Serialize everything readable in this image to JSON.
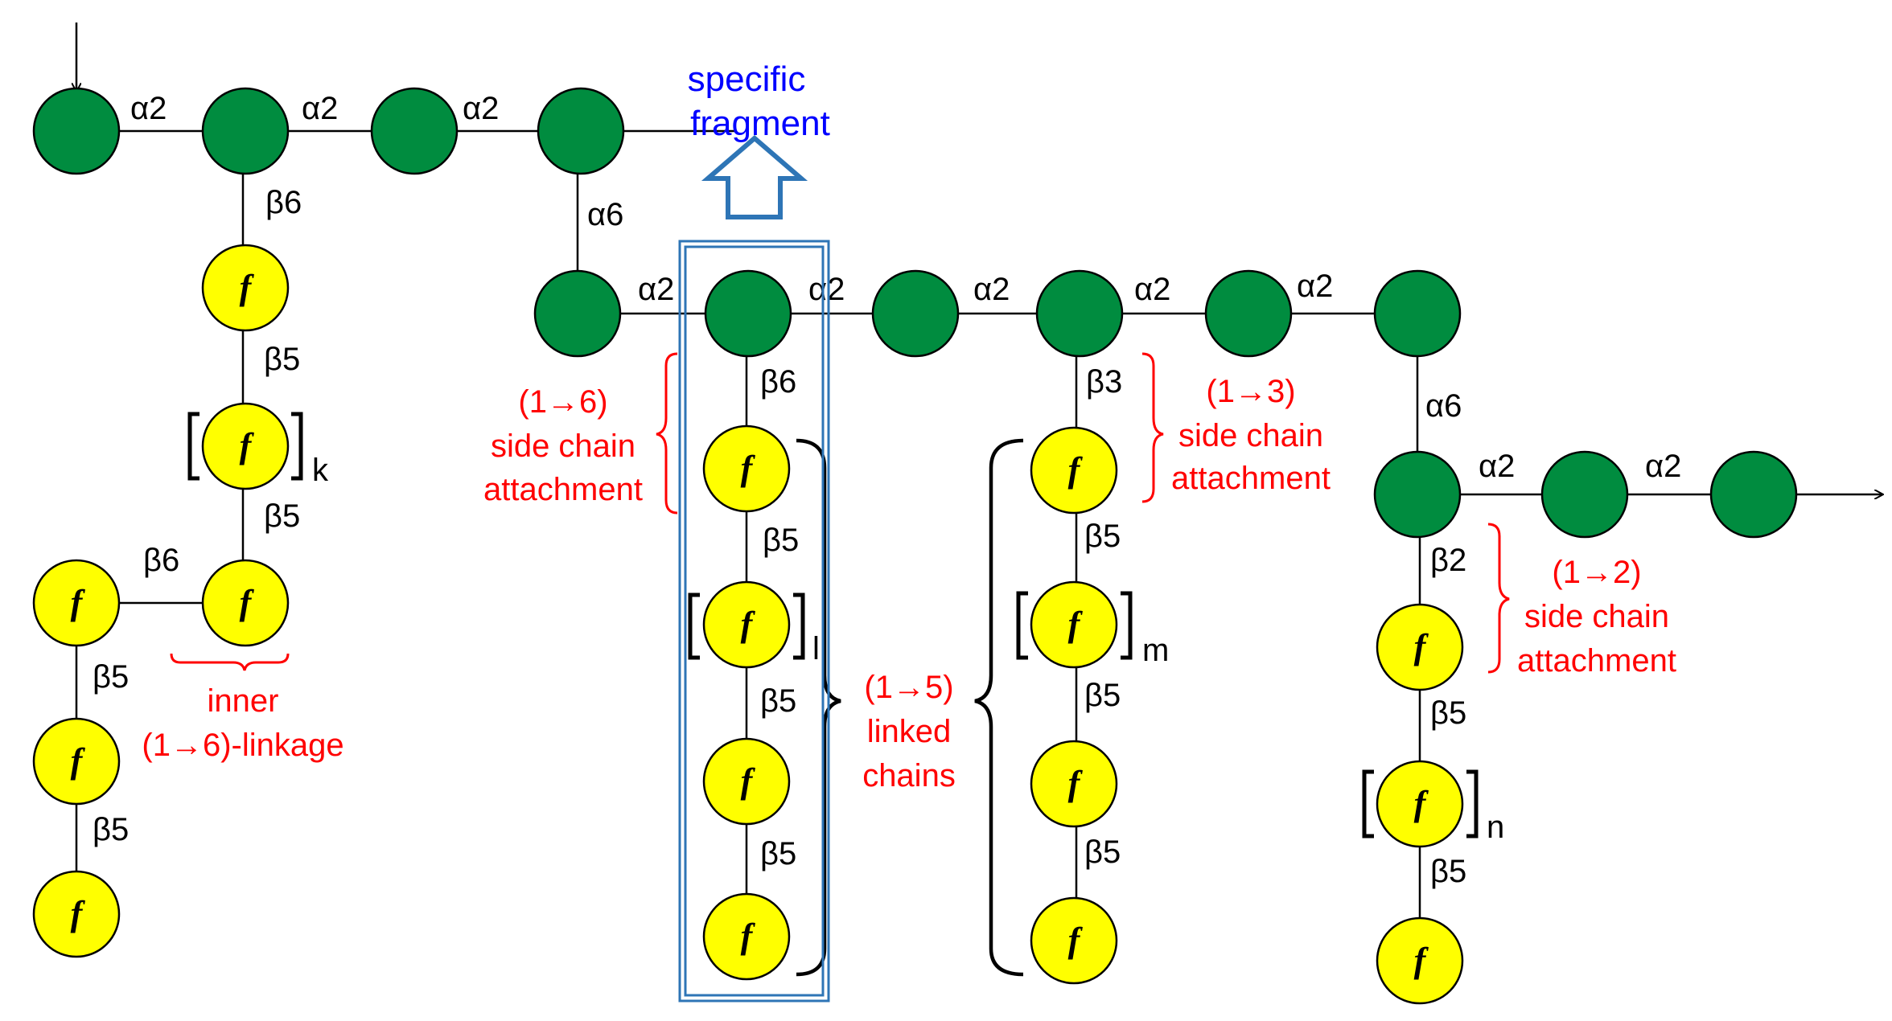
{
  "colors": {
    "galactose": "#008c3f",
    "fucose": "#ffff00",
    "annotation": "#ff0000",
    "fragment": "#0000ff",
    "fragment_box": "#2e75b6"
  },
  "node_symbol": "f",
  "linkages": {
    "a2": "α2",
    "a6": "α6",
    "b2": "β2",
    "b3": "β3",
    "b5": "β5",
    "b6": "β6"
  },
  "repeat_subscripts": {
    "k": "k",
    "l": "l",
    "m": "m",
    "n": "n"
  },
  "annotations": {
    "fragment_line1": "specific",
    "fragment_line2": "fragment",
    "side16_line1": "(1→6)",
    "side16_line2": "side chain",
    "side16_line3": "attachment",
    "side13_line1": "(1→3)",
    "side13_line2": "side chain",
    "side13_line3": "attachment",
    "side12_line1": "(1→2)",
    "side12_line2": "side chain",
    "side12_line3": "attachment",
    "linked_line1": "(1→5)",
    "linked_line2": "linked",
    "linked_line3": "chains",
    "inner_line1": "inner",
    "inner_line2": "(1→6)-linkage"
  }
}
